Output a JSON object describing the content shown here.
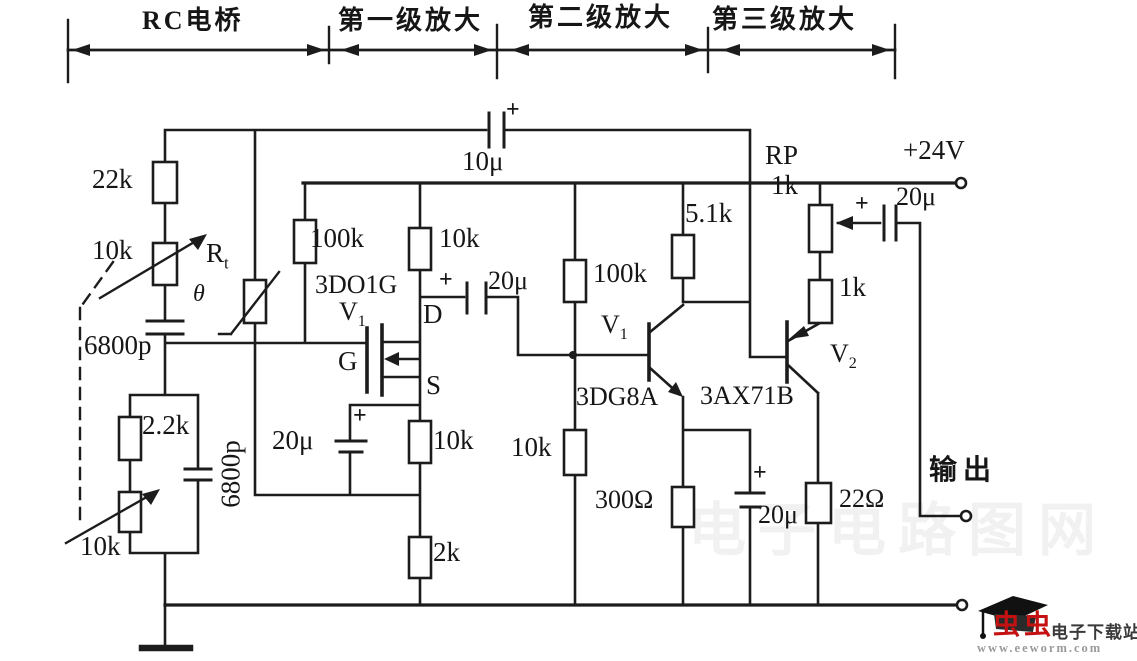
{
  "sections": {
    "rc_bridge": "RC电桥",
    "stage1": "第一级放大",
    "stage2": "第二级放大",
    "stage3": "第三级放大"
  },
  "power": {
    "supply": "+24V",
    "output": "输出"
  },
  "labels": {
    "r_22k": "22k",
    "r_10k_upper": "10k",
    "theta": "θ",
    "c_6800p_series": "6800p",
    "r_2k2": "2.2k",
    "r_10k_lower": "10k",
    "c_6800p_parallel": "6800p",
    "c_20u_source": "20μ",
    "r_10k_source": "10k",
    "r_2k": "2k",
    "r_100k_stage1": "100k",
    "r_10k_drain": "10k",
    "fet_type": "3DO1G",
    "pin_d": "D",
    "pin_g": "G",
    "pin_s": "S",
    "c_10u": "10μ",
    "c_20u_couple": "20μ",
    "r_100k_stage2": "100k",
    "r_10k_stage2": "10k",
    "r_5k1": "5.1k",
    "bjt2_type": "3DG8A",
    "r_300": "300Ω",
    "c_20u_stage2": "20μ",
    "rp_name": "RP",
    "rp_value": "1k",
    "c_20u_out": "20μ",
    "r_1k": "1k",
    "bjt3_type": "3AX71B",
    "r_22": "22Ω",
    "plus": "+"
  },
  "sub_labels": {
    "rt_base": "R",
    "rt_sub": "t",
    "v1_base": "V",
    "v1_sub": "1",
    "v2_base": "V",
    "v2_sub": "2"
  },
  "watermark": {
    "ghost": "电子电路图网",
    "brand": "虫虫",
    "site": "电子下载站",
    "url": "www.eeworm.com",
    "brand_color": "#c41111",
    "ink_color": "#1c1c1c"
  }
}
